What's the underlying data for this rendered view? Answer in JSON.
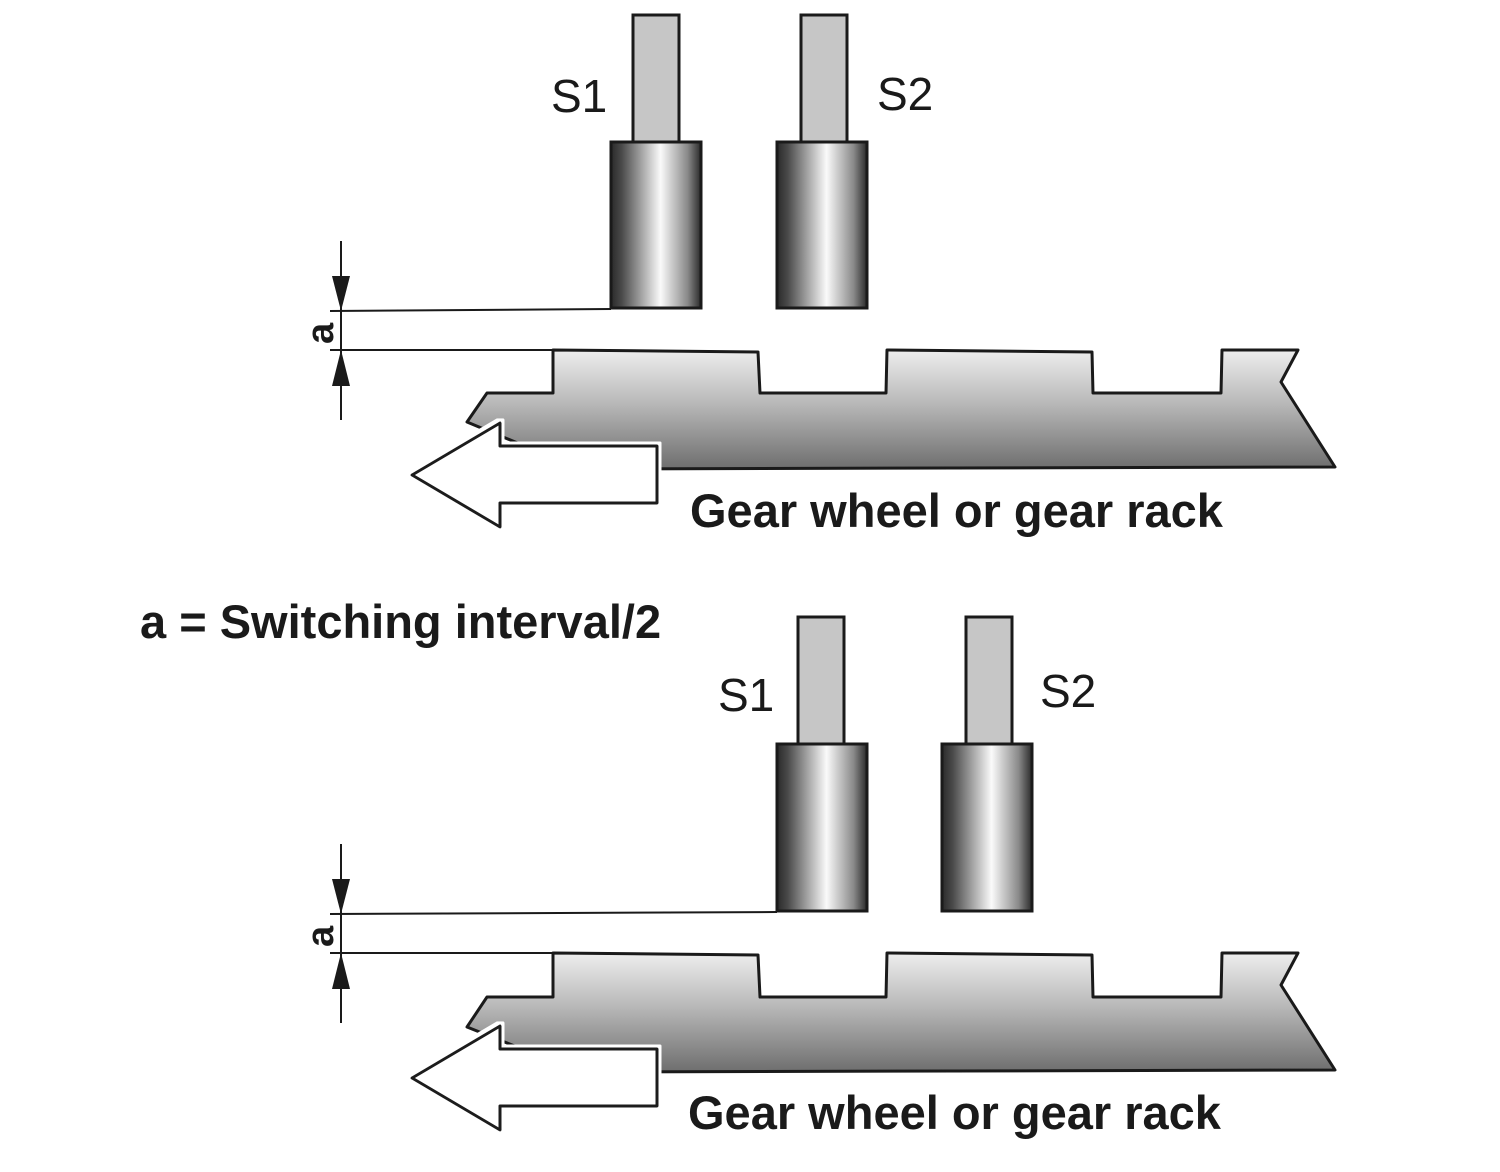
{
  "formula": "a = Switching interval/2",
  "panels": [
    {
      "sensor1_label": "S1",
      "sensor2_label": "S2",
      "gear_label": "Gear wheel or gear rack",
      "distance_label": "a"
    },
    {
      "sensor1_label": "S1",
      "sensor2_label": "S2",
      "gear_label": "Gear wheel or gear rack",
      "distance_label": "a"
    }
  ],
  "colors": {
    "outline": "#1a1a1a",
    "sensor_stem": "#c6c6c6",
    "gear_light": "#eeeeee",
    "gear_dark": "#6e6e6e"
  }
}
